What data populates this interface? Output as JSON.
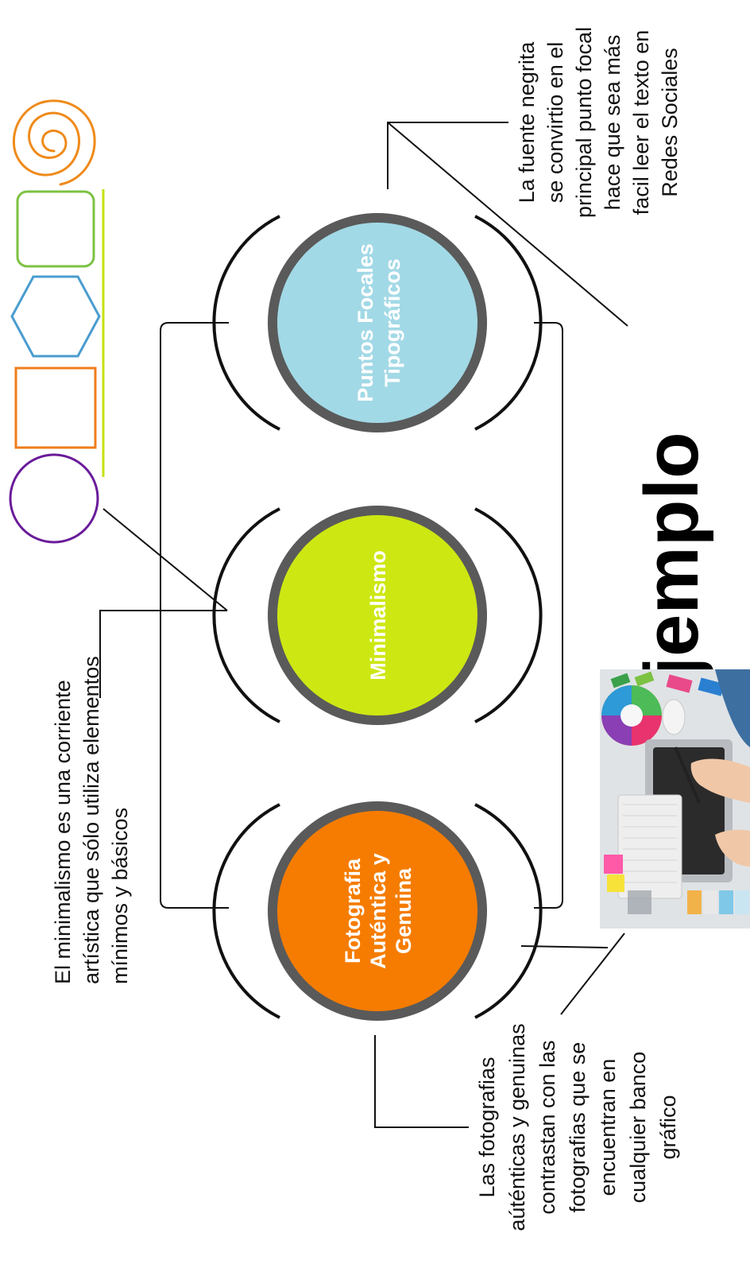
{
  "circles": [
    {
      "id": "fotografia",
      "color": "#f57c00",
      "lines": [
        "Fotografia",
        "Auténtica y",
        "Genuina"
      ]
    },
    {
      "id": "minimalismo",
      "color": "#cde713",
      "lines": [
        "Minimalismo"
      ]
    },
    {
      "id": "puntos",
      "color": "#a2d9e6",
      "lines": [
        "Puntos Focales",
        "Tipográficos"
      ]
    }
  ],
  "ring_color": "#5a5a5a",
  "notes": {
    "minimalismo": [
      "El minimalismo es una corriente",
      "artística que sólo utiliza elementos",
      "mínimos y básicos"
    ],
    "fotografia": [
      "Las fotografias",
      "aúténticas y genuinas",
      "contrastan con las",
      "fotografias que se",
      "encuentran en",
      "cualquier banco",
      "gráfico"
    ],
    "tipografia": [
      "La fuente negrita",
      "se convirtio en el",
      "principal punto focal",
      "hace que sea más",
      "facil leer el texto en",
      "Redes Sociales"
    ]
  },
  "heading": "Ejemplo",
  "shapes": {
    "circle_color": "#6a1b9a",
    "square_color": "#ef7d1a",
    "hexagon_color": "#4a9ccf",
    "rounded_square_color": "#7cc242",
    "spiral_color": "#ef8a1a",
    "underline_color": "#c8e011"
  },
  "photo": {
    "icon": "design-desk-photo"
  }
}
